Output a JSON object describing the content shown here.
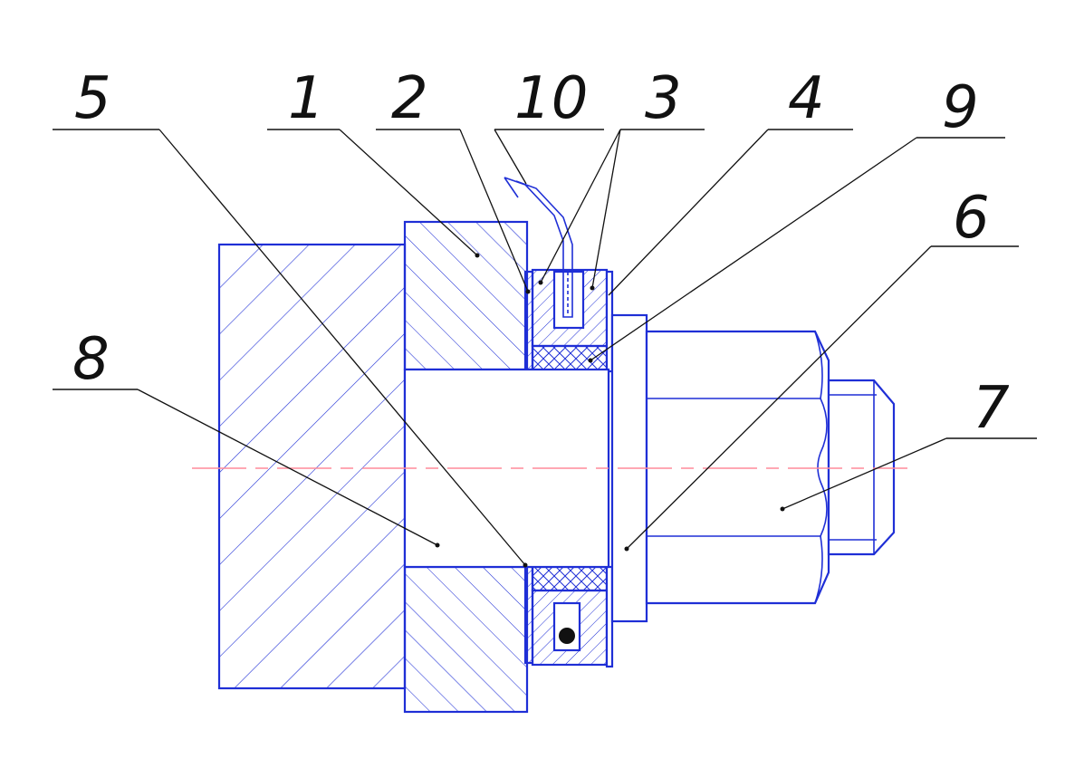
{
  "callouts": [
    {
      "id": "5",
      "text": "5"
    },
    {
      "id": "1",
      "text": "1"
    },
    {
      "id": "2",
      "text": "2"
    },
    {
      "id": "10",
      "text": "10"
    },
    {
      "id": "3",
      "text": "3"
    },
    {
      "id": "4",
      "text": "4"
    },
    {
      "id": "9",
      "text": "9"
    },
    {
      "id": "6",
      "text": "6"
    },
    {
      "id": "8",
      "text": "8"
    },
    {
      "id": "7",
      "text": "7"
    }
  ],
  "colors": {
    "outline": "#1f2fd6",
    "leader": "#111111",
    "axis": "#ff8a9a",
    "background": "#ffffff"
  }
}
